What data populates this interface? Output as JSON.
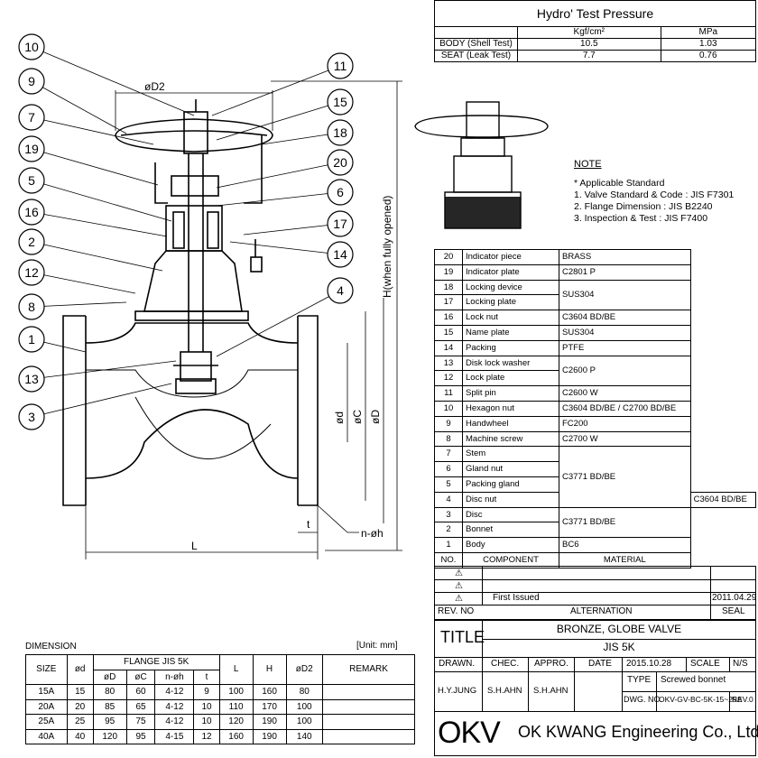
{
  "hydro": {
    "title": "Hydro' Test Pressure",
    "unit1": "Kgf/cm²",
    "unit2": "MPa",
    "rows": [
      {
        "label": "BODY (Shell Test)",
        "kgf": "10.5",
        "mpa": "1.03"
      },
      {
        "label": "SEAT (Leak Test)",
        "kgf": "7.7",
        "mpa": "0.76"
      }
    ]
  },
  "note": {
    "title": "NOTE",
    "lines": [
      "* Applicable Standard",
      "1. Valve Standard & Code : JIS F7301",
      "2. Flange Dimension : JIS B2240",
      "3. Inspection & Test : JIS F7400"
    ]
  },
  "components": [
    {
      "no": "20",
      "name": "Indicator piece",
      "material": "BRASS"
    },
    {
      "no": "19",
      "name": "Indicator plate",
      "material": "C2801 P"
    },
    {
      "no": "18",
      "name": "Locking device",
      "material": "SUS304"
    },
    {
      "no": "17",
      "name": "Locking plate",
      "material": ""
    },
    {
      "no": "16",
      "name": "Lock nut",
      "material": "C3604 BD/BE"
    },
    {
      "no": "15",
      "name": "Name plate",
      "material": "SUS304"
    },
    {
      "no": "14",
      "name": "Packing",
      "material": "PTFE"
    },
    {
      "no": "13",
      "name": "Disk lock washer",
      "material": "C2600 P"
    },
    {
      "no": "12",
      "name": "Lock plate",
      "material": ""
    },
    {
      "no": "11",
      "name": "Split pin",
      "material": "C2600 W"
    },
    {
      "no": "10",
      "name": "Hexagon nut",
      "material": "C3604 BD/BE / C2700 BD/BE"
    },
    {
      "no": "9",
      "name": "Handwheel",
      "material": "FC200"
    },
    {
      "no": "8",
      "name": "Machine screw",
      "material": "C2700 W"
    },
    {
      "no": "7",
      "name": "Stem",
      "material": "C3771 BD/BE"
    },
    {
      "no": "6",
      "name": "Gland nut",
      "material": ""
    },
    {
      "no": "5",
      "name": "Packing gland",
      "material": ""
    },
    {
      "no": "4",
      "name": "Disc nut",
      "material": "C3604 BD/BE"
    },
    {
      "no": "3",
      "name": "Disc",
      "material": "C3771 BD/BE"
    },
    {
      "no": "2",
      "name": "Bonnet",
      "material": ""
    },
    {
      "no": "1",
      "name": "Body",
      "material": "BC6"
    }
  ],
  "comp_header": {
    "no": "NO.",
    "component": "COMPONENT",
    "material": "MATERIAL"
  },
  "revision": {
    "first_issued": "First Issued",
    "date": "2011.04.29",
    "rev_no": "REV. NO",
    "alternation": "ALTERNATION",
    "seal": "SEAL"
  },
  "title_block": {
    "title_label": "TITLE",
    "title1": "BRONZE, GLOBE VALVE",
    "title2": "JIS 5K",
    "drawn": "DRAWN.",
    "chec": "CHEC.",
    "appro": "APPRO.",
    "date_label": "DATE",
    "date": "2015.10.28",
    "scale_label": "SCALE",
    "scale": "N/S",
    "drawn_by": "H.Y.JUNG",
    "chec_by": "S.H.AHN",
    "appro_by": "S.H.AHN",
    "type_label": "TYPE",
    "type": "Screwed bonnet",
    "dwg_label": "DWG. NO.",
    "dwg_no": "OKV-GV-BC-5K-15~25A",
    "rev": "REV.0",
    "logo": "OKV",
    "company": "OK KWANG Engineering Co., Ltd"
  },
  "dimension": {
    "title": "DIMENSION",
    "unit": "[Unit:  mm]",
    "headers": {
      "size": "SIZE",
      "d": "ød",
      "flange": "FLANGE JIS 5K",
      "D": "øD",
      "C": "øC",
      "nh": "n-øh",
      "t": "t",
      "L": "L",
      "H": "H",
      "D2": "øD2",
      "remark": "REMARK"
    },
    "rows": [
      [
        "15A",
        "15",
        "80",
        "60",
        "4-12",
        "9",
        "100",
        "160",
        "80"
      ],
      [
        "20A",
        "20",
        "85",
        "65",
        "4-12",
        "10",
        "110",
        "170",
        "100"
      ],
      [
        "25A",
        "25",
        "95",
        "75",
        "4-12",
        "10",
        "120",
        "190",
        "100"
      ],
      [
        "40A",
        "40",
        "120",
        "95",
        "4-15",
        "12",
        "160",
        "190",
        "140"
      ]
    ]
  },
  "drawing": {
    "balloons": [
      "10",
      "11",
      "9",
      "15",
      "7",
      "18",
      "19",
      "20",
      "5",
      "6",
      "16",
      "17",
      "2",
      "14",
      "12",
      "4",
      "8",
      "1",
      "13",
      "3"
    ],
    "dim_labels": {
      "D2": "øD2",
      "H": "H(when fully opened)",
      "d": "ød",
      "C": "øC",
      "D": "øD",
      "t": "t",
      "nh": "n-øh",
      "L": "L"
    }
  }
}
